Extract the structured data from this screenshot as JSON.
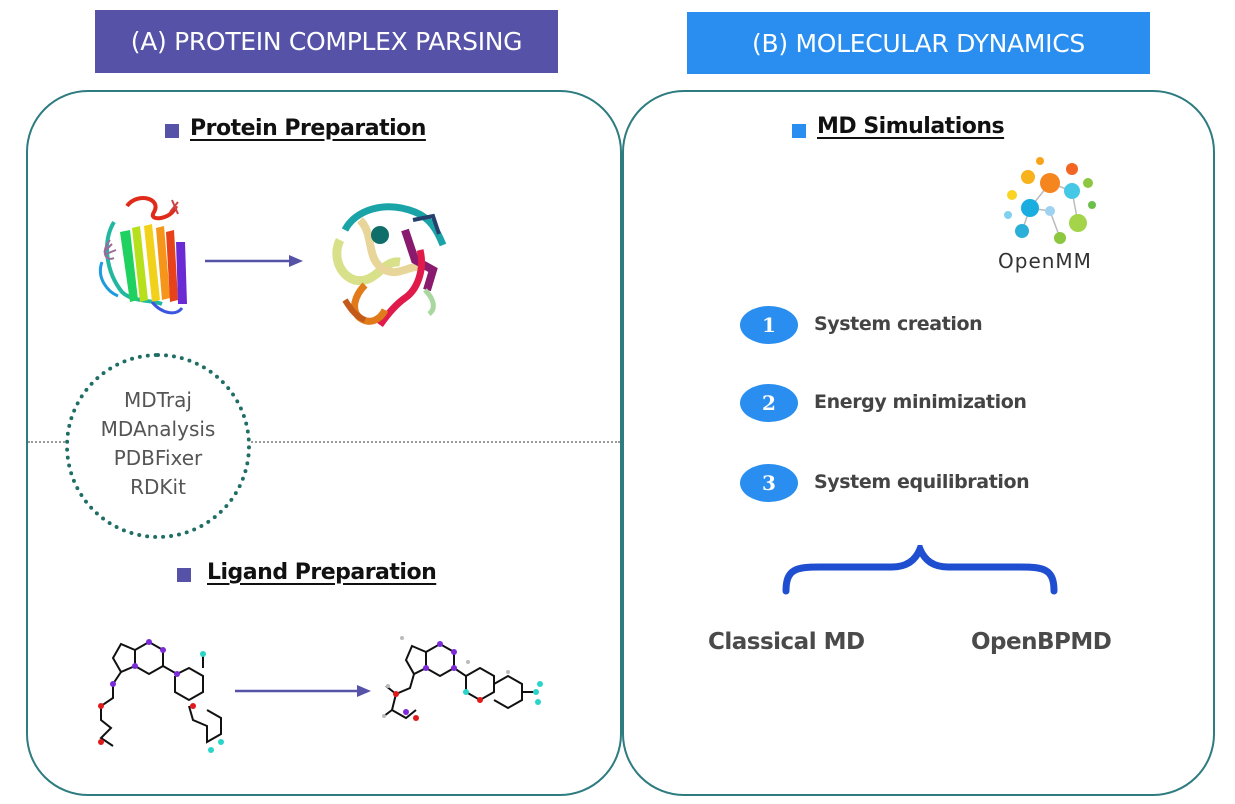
{
  "panel_a": {
    "header": "(A) PROTEIN COMPLEX PARSING",
    "protein_title": "Protein Preparation",
    "ligand_title": "Ligand Preparation",
    "tools": [
      "MDTraj",
      "MDAnalysis",
      "PDBFixer",
      "RDKit"
    ]
  },
  "panel_b": {
    "header": "(B) MOLECULAR DYNAMICS",
    "md_title": "MD Simulations",
    "logo_text": "OpenMM",
    "steps": [
      {
        "num": "1",
        "label": "System creation"
      },
      {
        "num": "2",
        "label": "Energy minimization"
      },
      {
        "num": "3",
        "label": "System equilibration"
      }
    ],
    "methods": [
      "Classical MD",
      "OpenBPMD"
    ]
  },
  "colors": {
    "panel_a_accent": "#5552a8",
    "panel_b_accent": "#2a8ef0",
    "panel_border": "#2e7b80",
    "tools_circle": "#1f6e66"
  }
}
